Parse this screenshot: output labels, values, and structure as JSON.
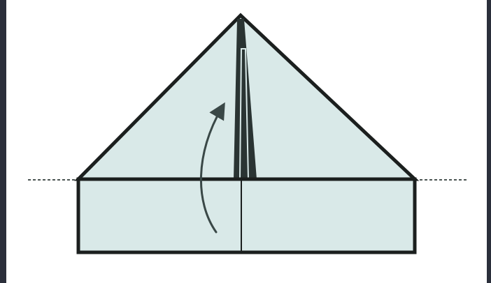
{
  "diagram": {
    "subject": "origami-fold-step",
    "colors": {
      "frame": "#2b2f3b",
      "background": "#ffffff",
      "paper_fill": "#d9e9e8",
      "outline": "#1b1f1e",
      "center_flap": "#2a3433",
      "fold_line": "#4b5553",
      "arrow": "#3a4847"
    },
    "elements": {
      "triangle": "triangle-flap",
      "rectangle": "folded-band",
      "center_flap": "center-flap",
      "fold_line": "dashed-fold-line",
      "arrow": "fold-up-arrow"
    }
  }
}
